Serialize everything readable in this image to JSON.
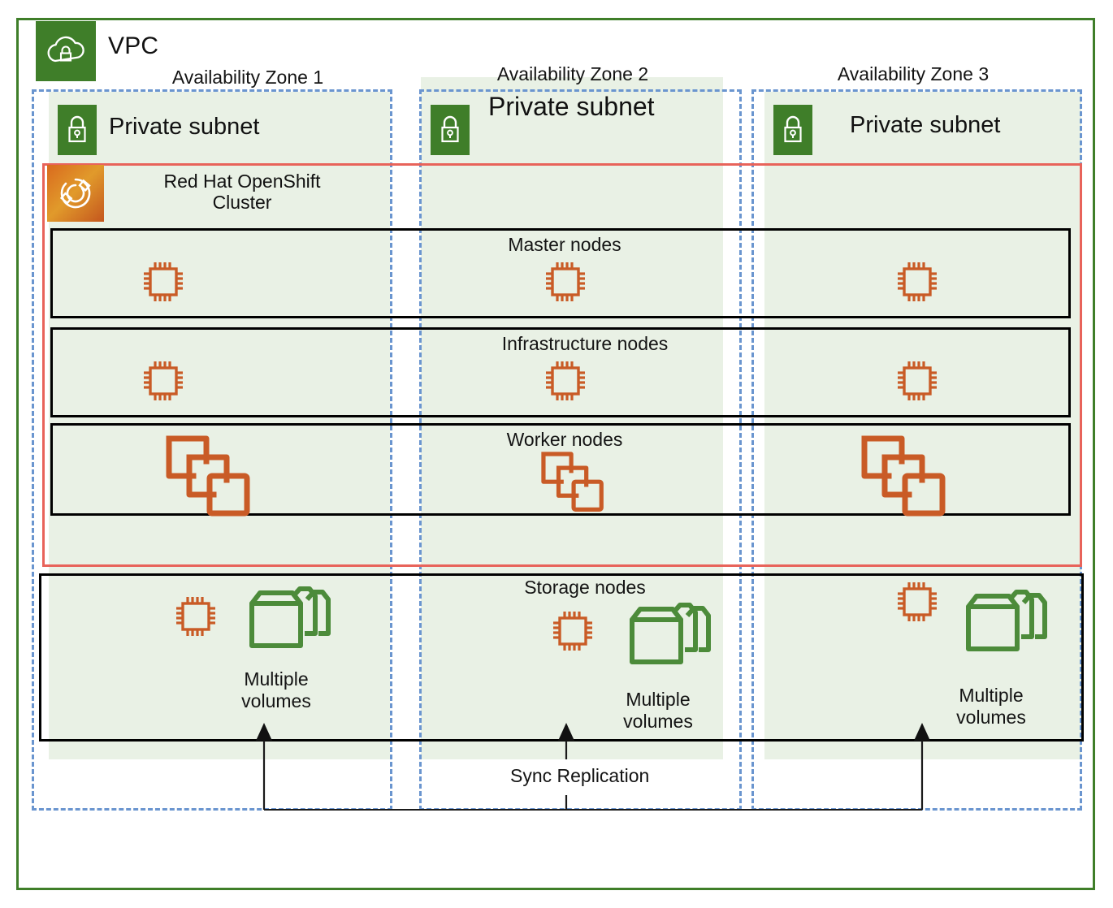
{
  "diagram": {
    "vpc": {
      "title": "VPC",
      "icon": "cloud-lock-icon",
      "border_color": "#3F7E29",
      "icon_bg": "#3F7E29"
    },
    "availability_zones": [
      {
        "label": "Availability Zone 1",
        "subnet": {
          "title": "Private subnet",
          "icon": "lock-icon"
        }
      },
      {
        "label": "Availability Zone 2",
        "subnet": {
          "title": "Private subnet",
          "icon": "lock-icon"
        }
      },
      {
        "label": "Availability Zone 3",
        "subnet": {
          "title": "Private subnet",
          "icon": "lock-icon"
        }
      }
    ],
    "cluster": {
      "title": "Red Hat OpenShift Cluster",
      "title_line1": "Red Hat OpenShift",
      "title_line2": "Cluster",
      "icon": "openshift-sync-icon",
      "border_color": "#E8635A"
    },
    "node_rows": [
      {
        "label": "Master nodes",
        "icon": "chip-icon"
      },
      {
        "label": "Infrastructure nodes",
        "icon": "chip-icon"
      },
      {
        "label": "Worker nodes",
        "icon": "instances-icon"
      }
    ],
    "storage": {
      "label": "Storage nodes",
      "chip_icon": "chip-icon",
      "volumes_icon": "volumes-icon",
      "volume_labels": [
        {
          "line1": "Multiple",
          "line2": "volumes"
        },
        {
          "line1": "Multiple",
          "line2": "volumes"
        },
        {
          "line1": "Multiple",
          "line2": "volumes"
        }
      ]
    },
    "replication": {
      "label": "Sync Replication",
      "arrow_count": 3
    },
    "colors": {
      "vpc_green": "#3F7E29",
      "subnet_fill": "#E9F1E5",
      "az_dash_blue": "#6A95CF",
      "cluster_red": "#E8635A",
      "node_black": "#000000",
      "chip_orange": "#C95B26",
      "volume_green": "#4C8B3A",
      "openshift_orange": "#D9761F"
    }
  }
}
